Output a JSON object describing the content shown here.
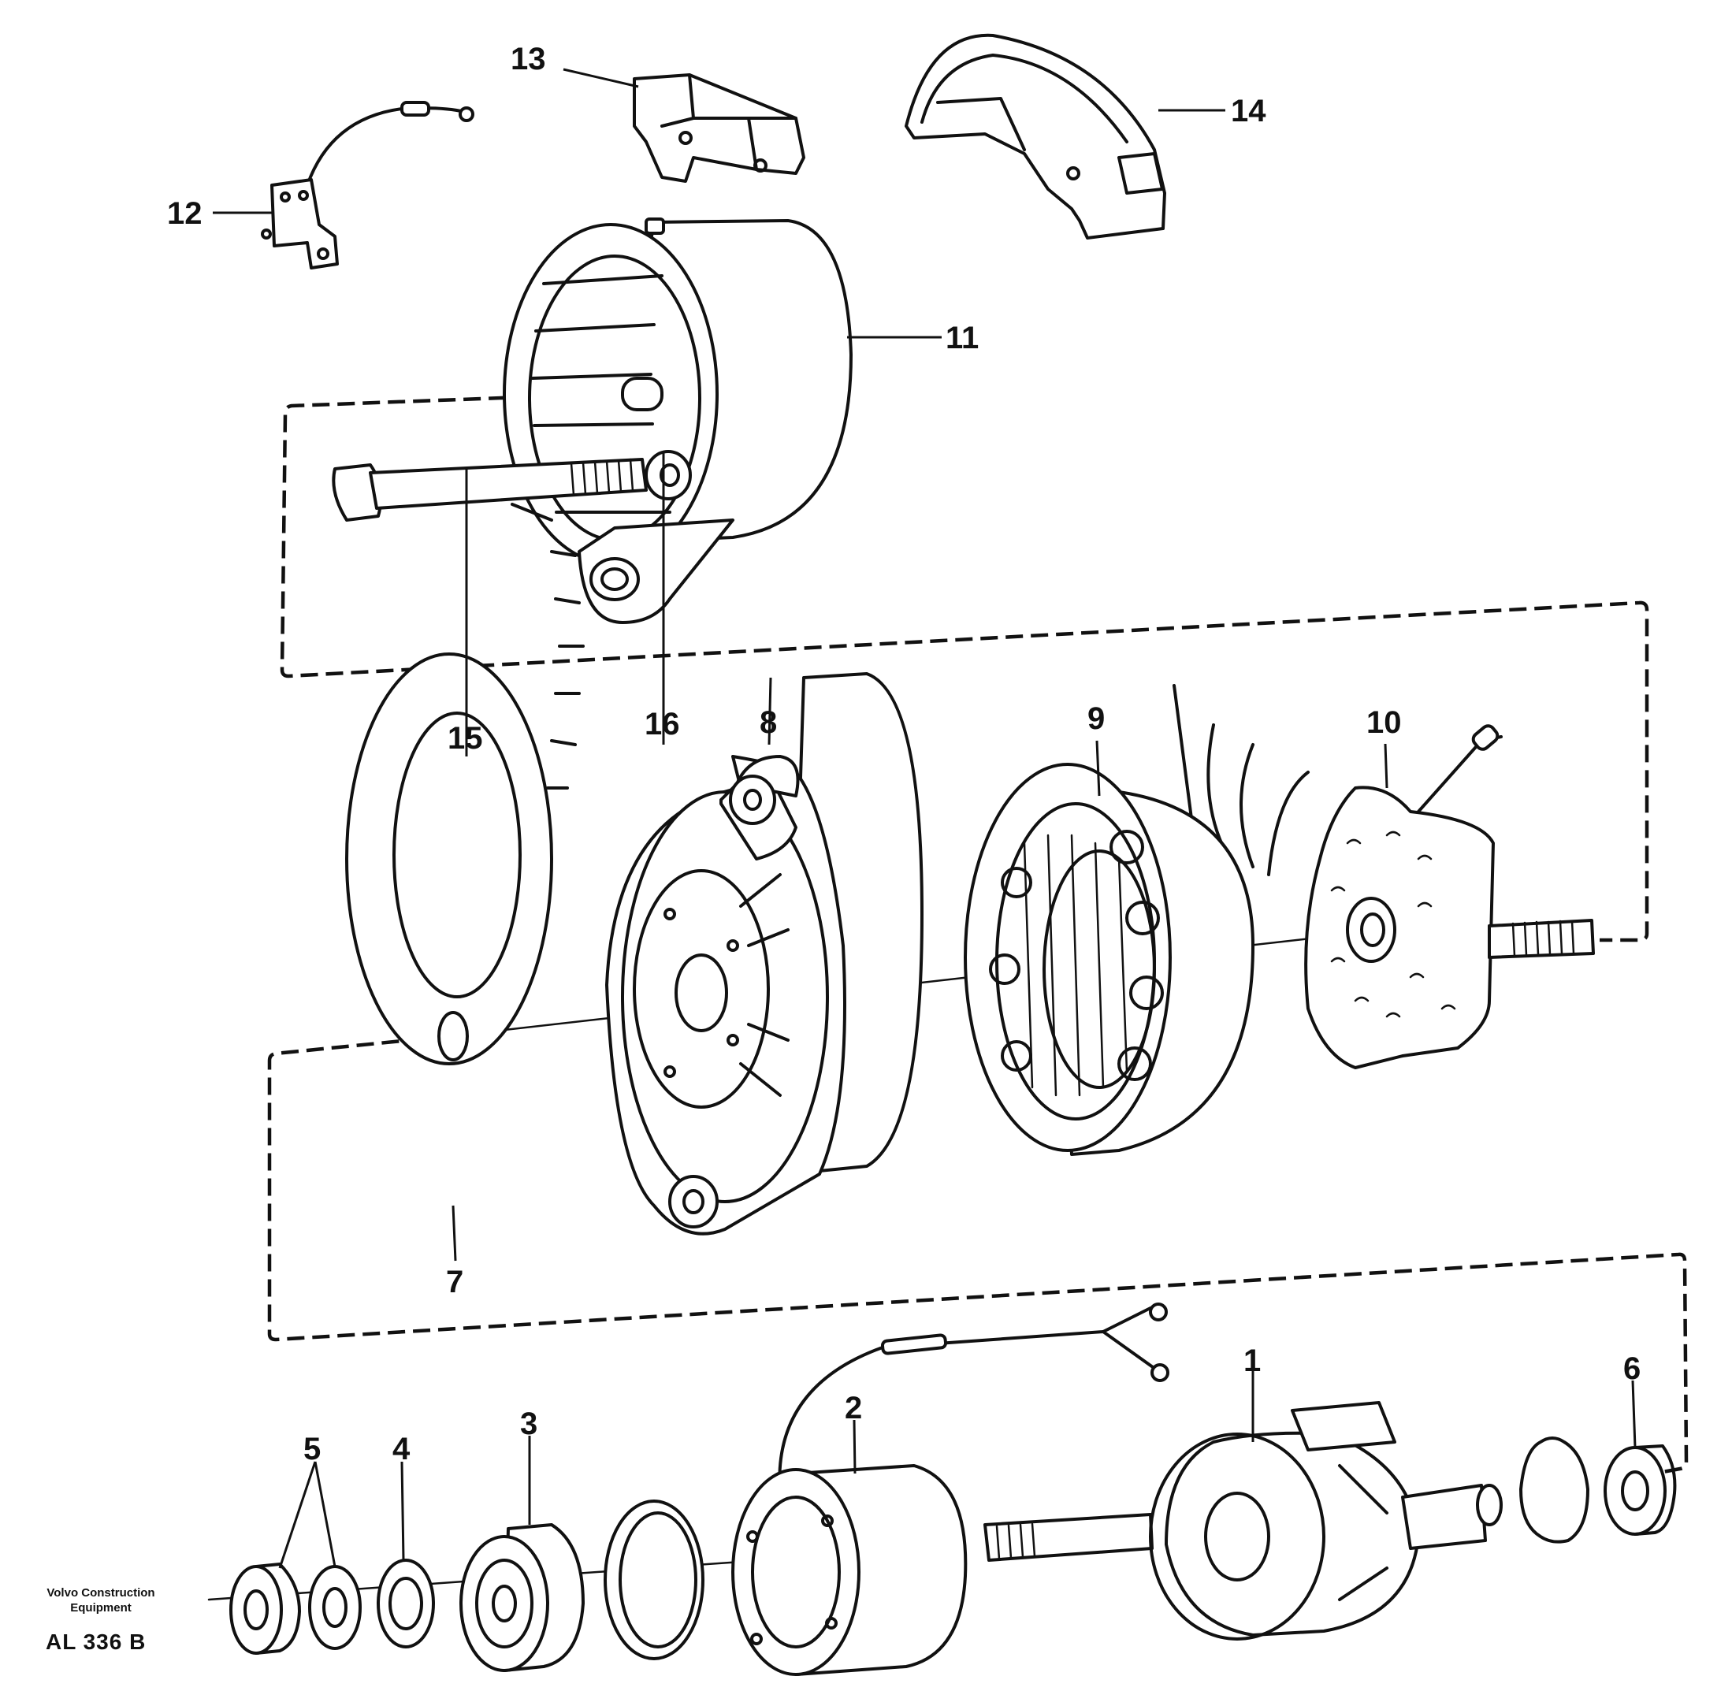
{
  "diagram": {
    "callouts": [
      {
        "id": "c1",
        "label": "1"
      },
      {
        "id": "c2",
        "label": "2"
      },
      {
        "id": "c3",
        "label": "3"
      },
      {
        "id": "c4",
        "label": "4"
      },
      {
        "id": "c5",
        "label": "5"
      },
      {
        "id": "c6",
        "label": "6"
      },
      {
        "id": "c7",
        "label": "7"
      },
      {
        "id": "c8",
        "label": "8"
      },
      {
        "id": "c9",
        "label": "9"
      },
      {
        "id": "c10",
        "label": "10"
      },
      {
        "id": "c11",
        "label": "11"
      },
      {
        "id": "c12",
        "label": "12"
      },
      {
        "id": "c13",
        "label": "13"
      },
      {
        "id": "c14",
        "label": "14"
      },
      {
        "id": "c15",
        "label": "15"
      },
      {
        "id": "c16",
        "label": "16"
      }
    ]
  },
  "footer": {
    "brand_line1": "Volvo Construction",
    "brand_line2": "Equipment",
    "drawing_code": "AL 336 B"
  }
}
